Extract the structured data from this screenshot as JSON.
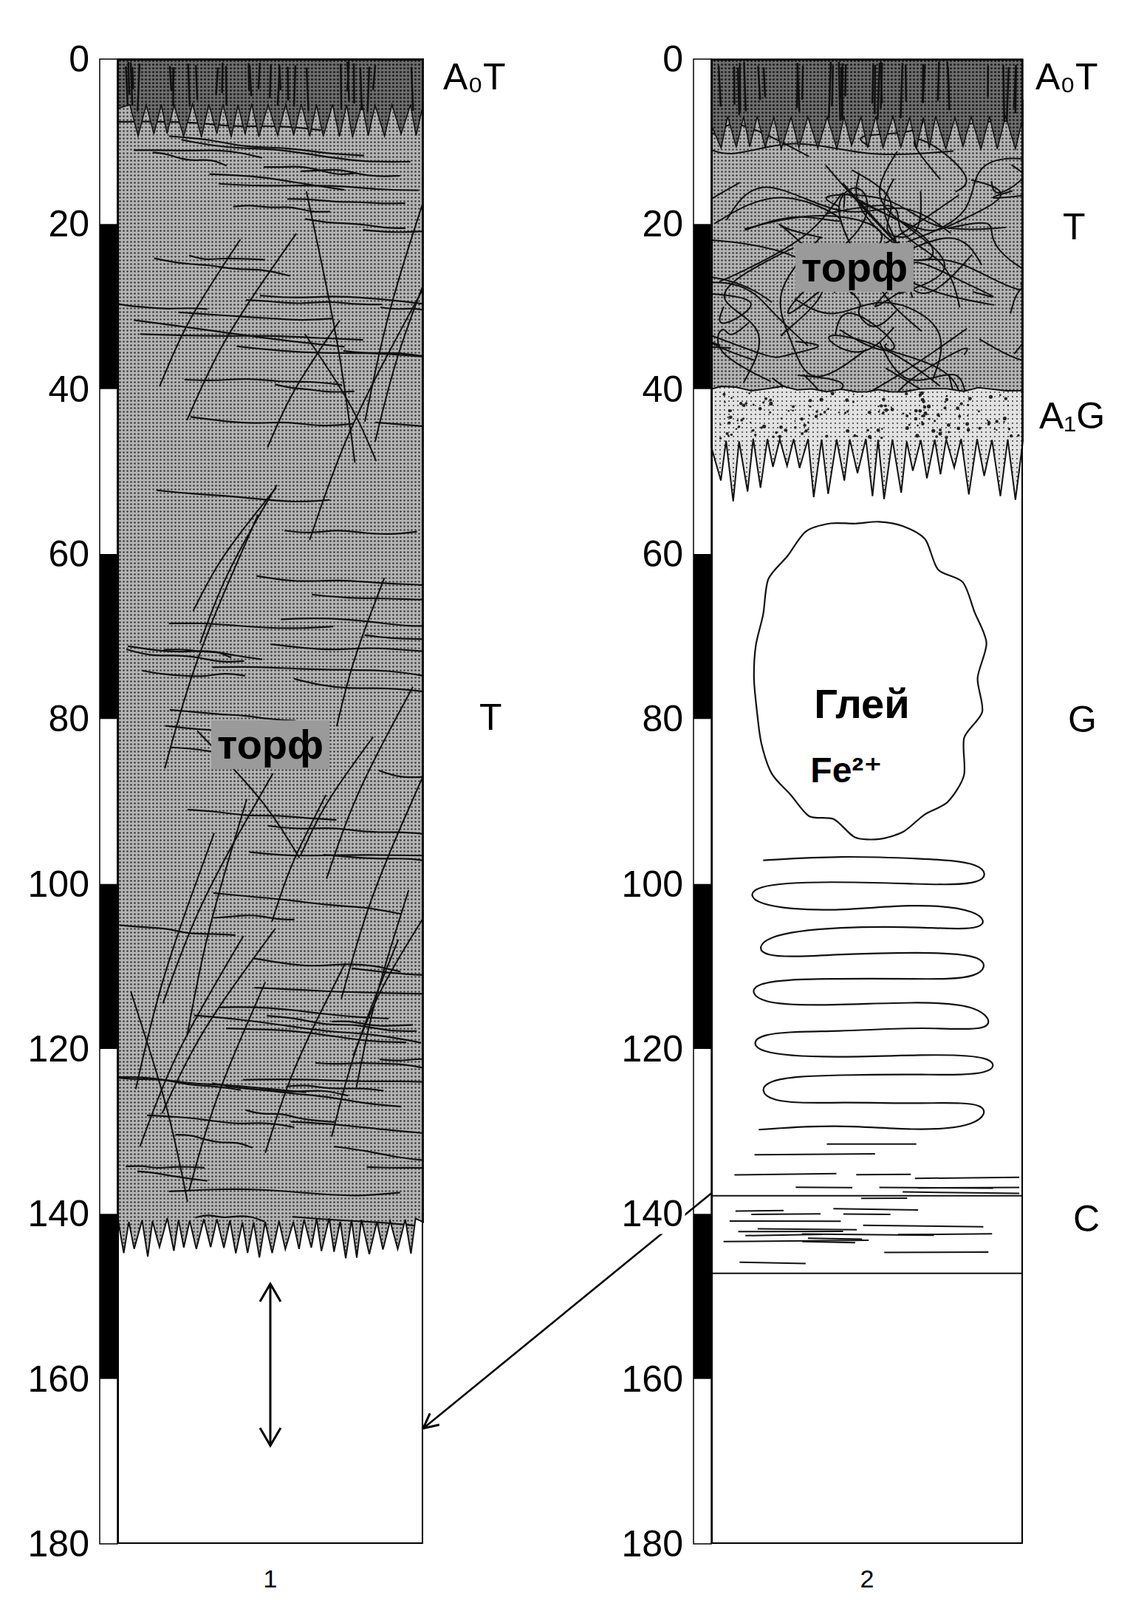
{
  "diagram": {
    "nodes": [
      {
        "text": [
          "1"
        ]
      },
      {
        "text": [
          "торф"
        ],
        "in": 0
      },
      {
        "text": [
          "2"
        ]
      },
      {
        "text": [
          "торф"
        ],
        "in": 2
      },
      {
        "text": [
          "Глей",
          "Fe²⁺"
        ],
        "in": 2
      }
    ],
    "edges": [
      {
        "from": 2,
        "to": 0,
        "arrow": "to"
      }
    ],
    "labels": [
      "0",
      "20",
      "40",
      "60",
      "80",
      "100",
      "120",
      "140",
      "160",
      "180",
      "A₀T",
      "T",
      "0",
      "20",
      "40",
      "60",
      "80",
      "100",
      "120",
      "140",
      "160",
      "180",
      "A₀T",
      "T",
      "A₁G",
      "G",
      "C"
    ]
  }
}
